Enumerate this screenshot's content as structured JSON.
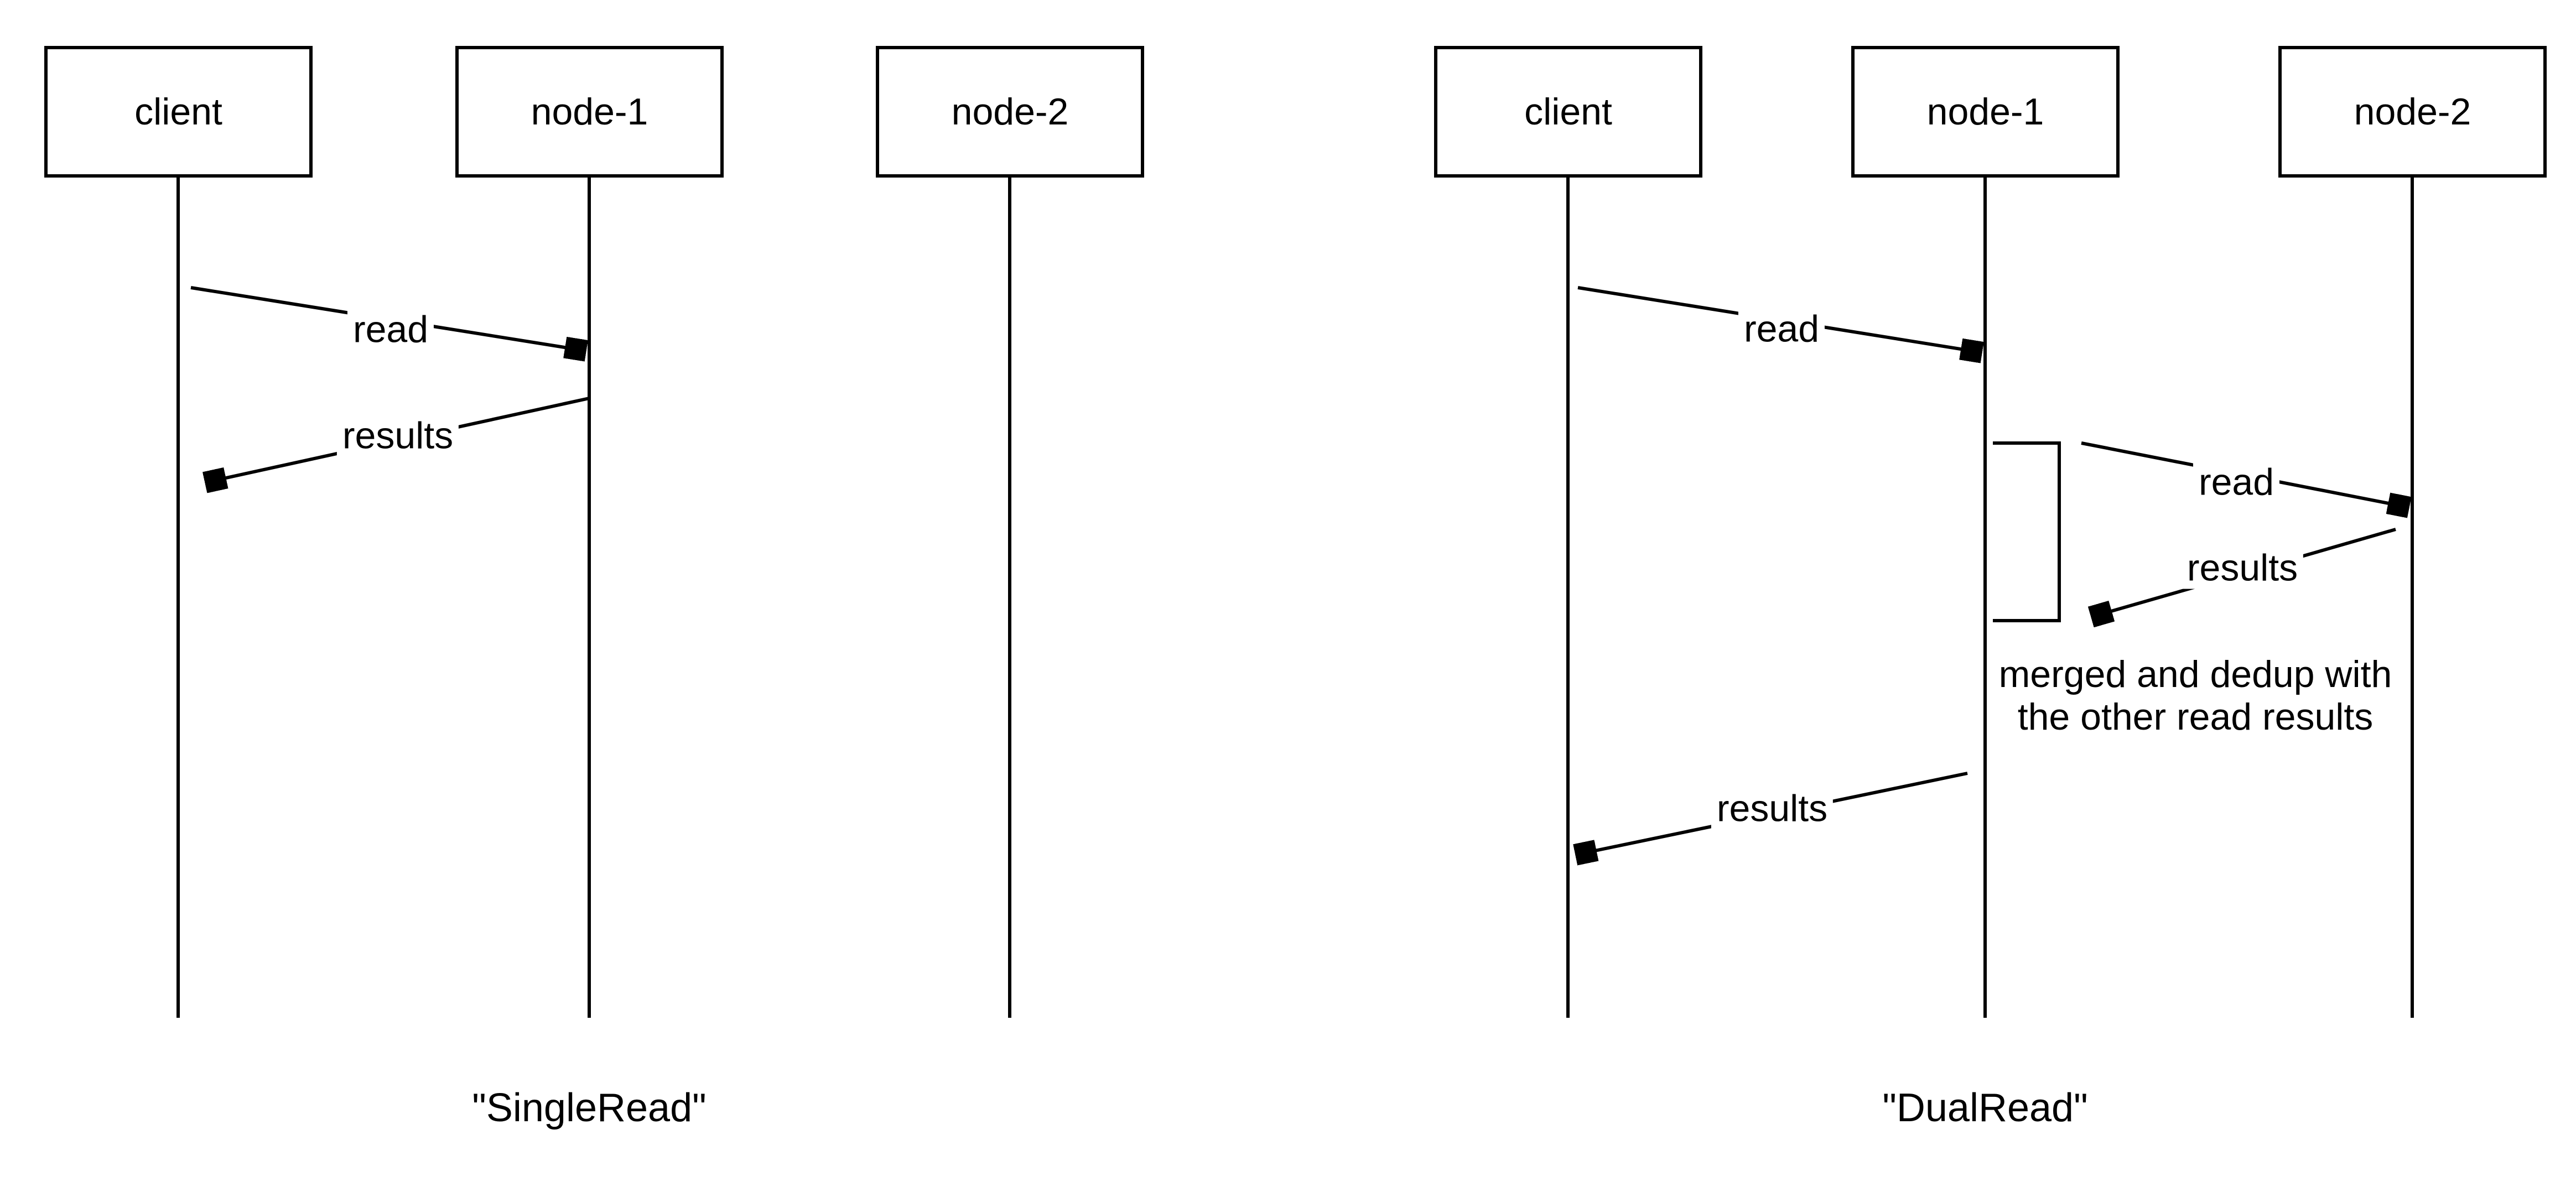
{
  "single_read": {
    "caption": "\"SingleRead\"",
    "actors": [
      "client",
      "node-1",
      "node-2"
    ],
    "messages": {
      "read": "read",
      "results": "results"
    }
  },
  "dual_read": {
    "caption": "\"DualRead\"",
    "actors": [
      "client",
      "node-1",
      "node-2"
    ],
    "messages": {
      "read_client_to_node1": "read",
      "read_node1_to_node2": "read",
      "results_node2_to_node1": "results",
      "results_node1_to_client": "results"
    },
    "note": [
      "merged and dedup with",
      "the other read results"
    ]
  },
  "colors": {
    "stroke": "#000000",
    "background": "#ffffff",
    "text": "#000000"
  }
}
